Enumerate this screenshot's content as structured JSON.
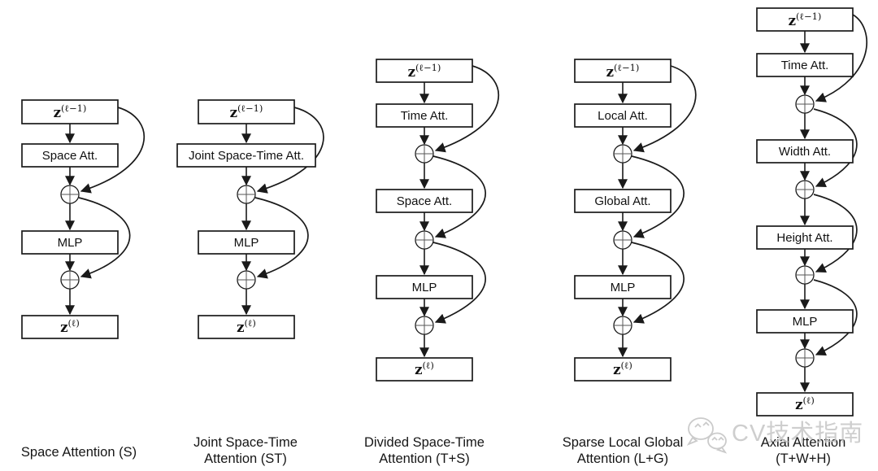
{
  "figure": {
    "description_visible_text_only": true,
    "colors": {
      "background": "#ffffff",
      "line": "#1a1a1a",
      "box_border": "#1a1a1a",
      "box_fill": "#ffffff",
      "sum_cross": "#555555",
      "watermark": "#c6c6c6"
    }
  },
  "columns": [
    {
      "caption_lines": [
        "Space Attention (S)"
      ],
      "boxes": [
        {
          "base": "z",
          "sup": "(ℓ−1)"
        },
        {
          "label": "Space Att."
        },
        {
          "label": "MLP"
        },
        {
          "base": "z",
          "sup": "(ℓ)"
        }
      ],
      "sum_nodes": 2
    },
    {
      "caption_lines": [
        "Joint Space-Time",
        "Attention (ST)"
      ],
      "boxes": [
        {
          "base": "z",
          "sup": "(ℓ−1)"
        },
        {
          "label": "Joint Space-Time Att."
        },
        {
          "label": "MLP"
        },
        {
          "base": "z",
          "sup": "(ℓ)"
        }
      ],
      "sum_nodes": 2
    },
    {
      "caption_lines": [
        "Divided Space-Time",
        "Attention (T+S)"
      ],
      "boxes": [
        {
          "base": "z",
          "sup": "(ℓ−1)"
        },
        {
          "label": "Time Att."
        },
        {
          "label": "Space Att."
        },
        {
          "label": "MLP"
        },
        {
          "base": "z",
          "sup": "(ℓ)"
        }
      ],
      "sum_nodes": 3
    },
    {
      "caption_lines": [
        "Sparse Local Global",
        "Attention (L+G)"
      ],
      "boxes": [
        {
          "base": "z",
          "sup": "(ℓ−1)"
        },
        {
          "label": "Local Att."
        },
        {
          "label": "Global Att."
        },
        {
          "label": "MLP"
        },
        {
          "base": "z",
          "sup": "(ℓ)"
        }
      ],
      "sum_nodes": 3
    },
    {
      "caption_lines": [
        "Axial Attention",
        "(T+W+H)"
      ],
      "boxes": [
        {
          "base": "z",
          "sup": "(ℓ−1)"
        },
        {
          "label": "Time Att."
        },
        {
          "label": "Width Att."
        },
        {
          "label": "Height Att."
        },
        {
          "label": "MLP"
        },
        {
          "base": "z",
          "sup": "(ℓ)"
        }
      ],
      "sum_nodes": 4
    }
  ],
  "watermark": {
    "icon": "wechat-icon",
    "text": "CV技术指南"
  }
}
